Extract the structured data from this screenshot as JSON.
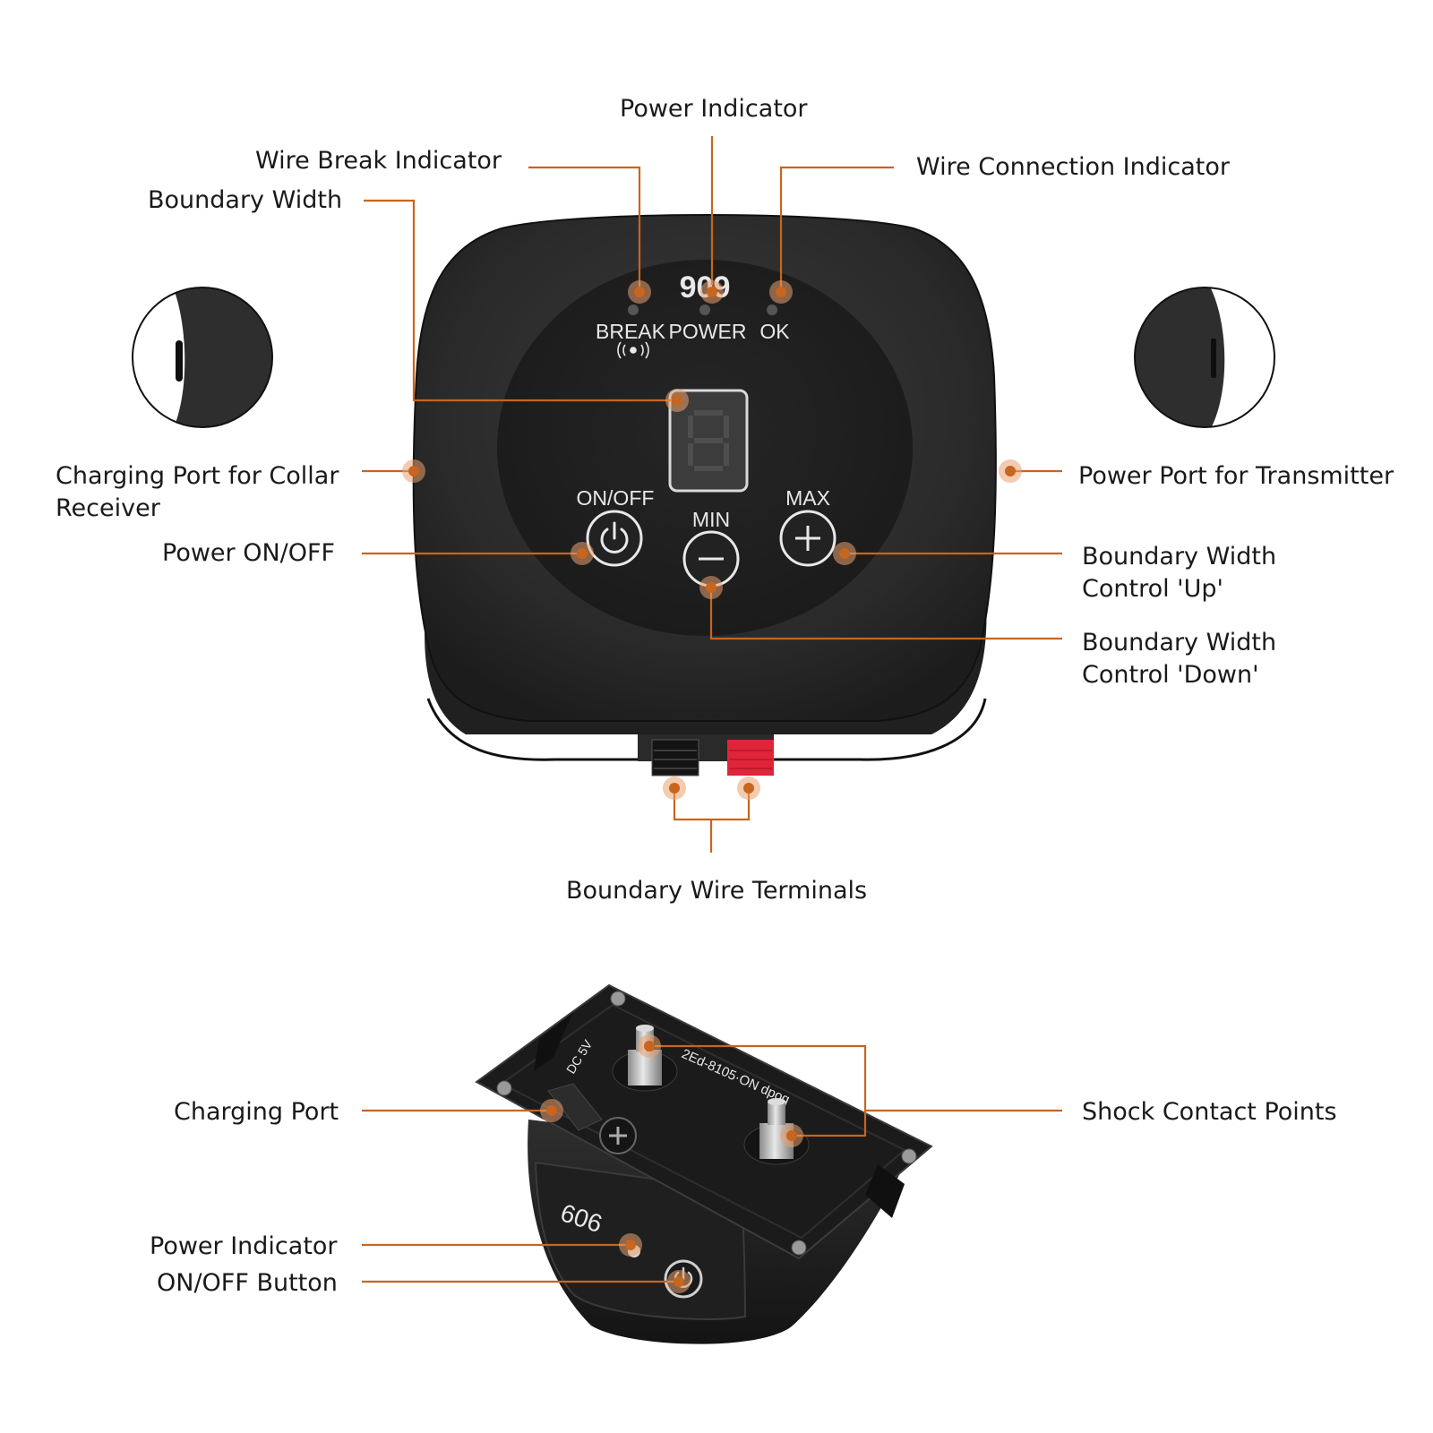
{
  "transmitter": {
    "model": "909",
    "leds": {
      "break": "BREAK",
      "power": "POWER",
      "ok": "OK"
    },
    "buttons": {
      "onoff": "ON/OFF",
      "min": "MIN",
      "max": "MAX"
    }
  },
  "receiver": {
    "model": "606",
    "port_text": "DC 5V",
    "serial_text": "2Ed-8105·ON dpoq"
  },
  "callouts": {
    "power_indicator": "Power Indicator",
    "wire_break_indicator": "Wire Break Indicator",
    "wire_connection_indicator": "Wire Connection Indicator",
    "boundary_width": "Boundary Width",
    "charging_port_collar_line1": "Charging Port for Collar",
    "charging_port_collar_line2": "Receiver",
    "power_port_transmitter": "Power Port for Transmitter",
    "power_onoff": "Power ON/OFF",
    "bw_up_line1": "Boundary Width",
    "bw_up_line2": "Control  'Up'",
    "bw_down_line1": "Boundary Width",
    "bw_down_line2": "Control  'Down'",
    "boundary_wire_terminals": "Boundary Wire Terminals",
    "charging_port": "Charging Port",
    "shock_contact_points": "Shock Contact Points",
    "power_indicator_receiver": "Power Indicator",
    "onoff_button": "ON/OFF Button"
  },
  "colors": {
    "accent": "#c8651e",
    "device_body": "#2b2b2b",
    "terminal_red": "#e0243a"
  }
}
